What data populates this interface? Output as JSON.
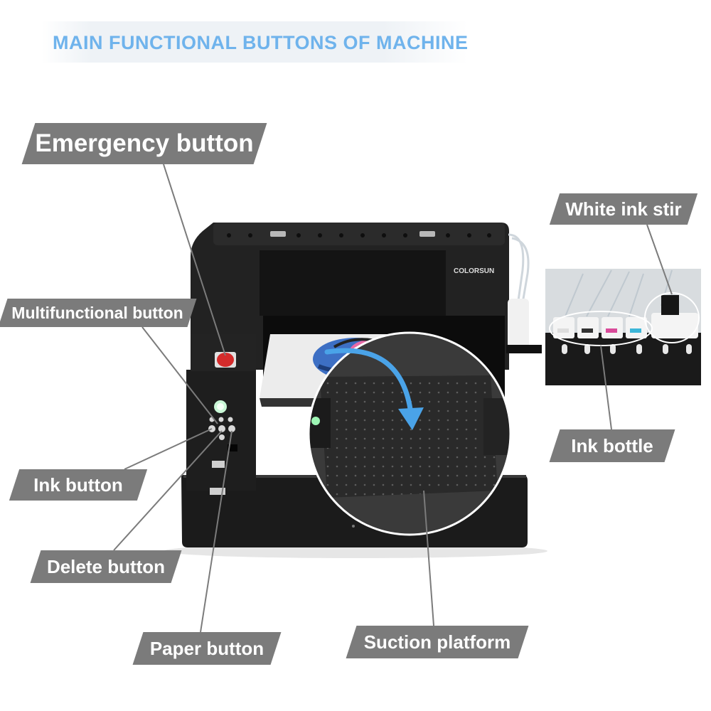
{
  "title": "MAIN FUNCTIONAL BUTTONS OF MACHINE",
  "brand": "COLORSUN",
  "labels": {
    "emergency": "Emergency button",
    "multifunctional": "Multifunctional button",
    "ink": "Ink button",
    "delete": "Delete button",
    "paper": "Paper button",
    "suction": "Suction platform",
    "white_ink": "White ink stir",
    "ink_bottle": "Ink bottle"
  },
  "colors": {
    "title": "#6fb3ec",
    "label_bg": "#7b7b7b",
    "machine": "#1c1c1c",
    "arrow": "#4aa3e8",
    "emergency_red": "#d42b2b"
  }
}
